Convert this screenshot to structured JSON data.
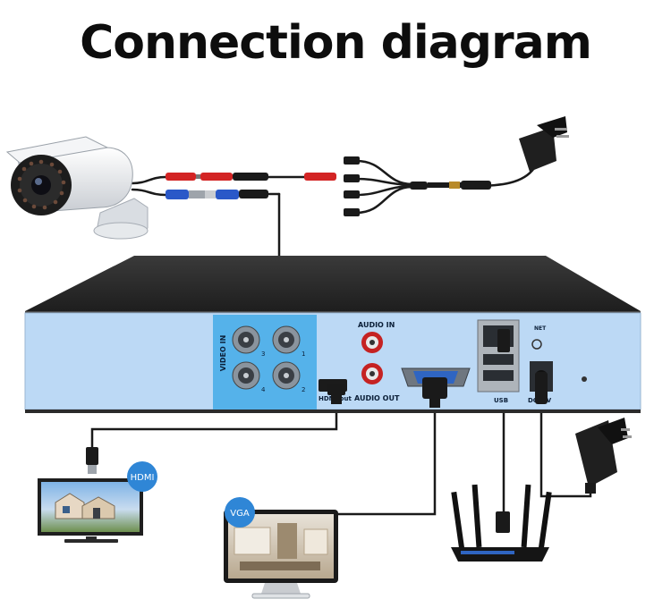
{
  "title": "Connection diagram",
  "dvr": {
    "video_in_label": "VIDEO IN",
    "channels": [
      "3",
      "1",
      "4",
      "2"
    ],
    "audio_in_label": "AUDIO IN",
    "audio_out_label": "AUDIO OUT",
    "hdmi_label": "HDMI out",
    "net_label": "NET",
    "usb_label": "USB",
    "dc_label": "DC12V"
  },
  "badges": {
    "hdmi": "HDMI",
    "vga": "VGA"
  },
  "colors": {
    "panel": "#bcd9f5",
    "video_in_highlight": "#55b2ea",
    "badge": "#2f86d6",
    "dvr_top": "#2b2b2b",
    "cable": "#1a1a1a",
    "red_plug": "#d32424",
    "blue_plug": "#2a58c8"
  },
  "icons": [
    "bullet-camera-icon",
    "power-adapter-icon",
    "tv-monitor-icon",
    "computer-monitor-icon",
    "wifi-router-icon"
  ]
}
